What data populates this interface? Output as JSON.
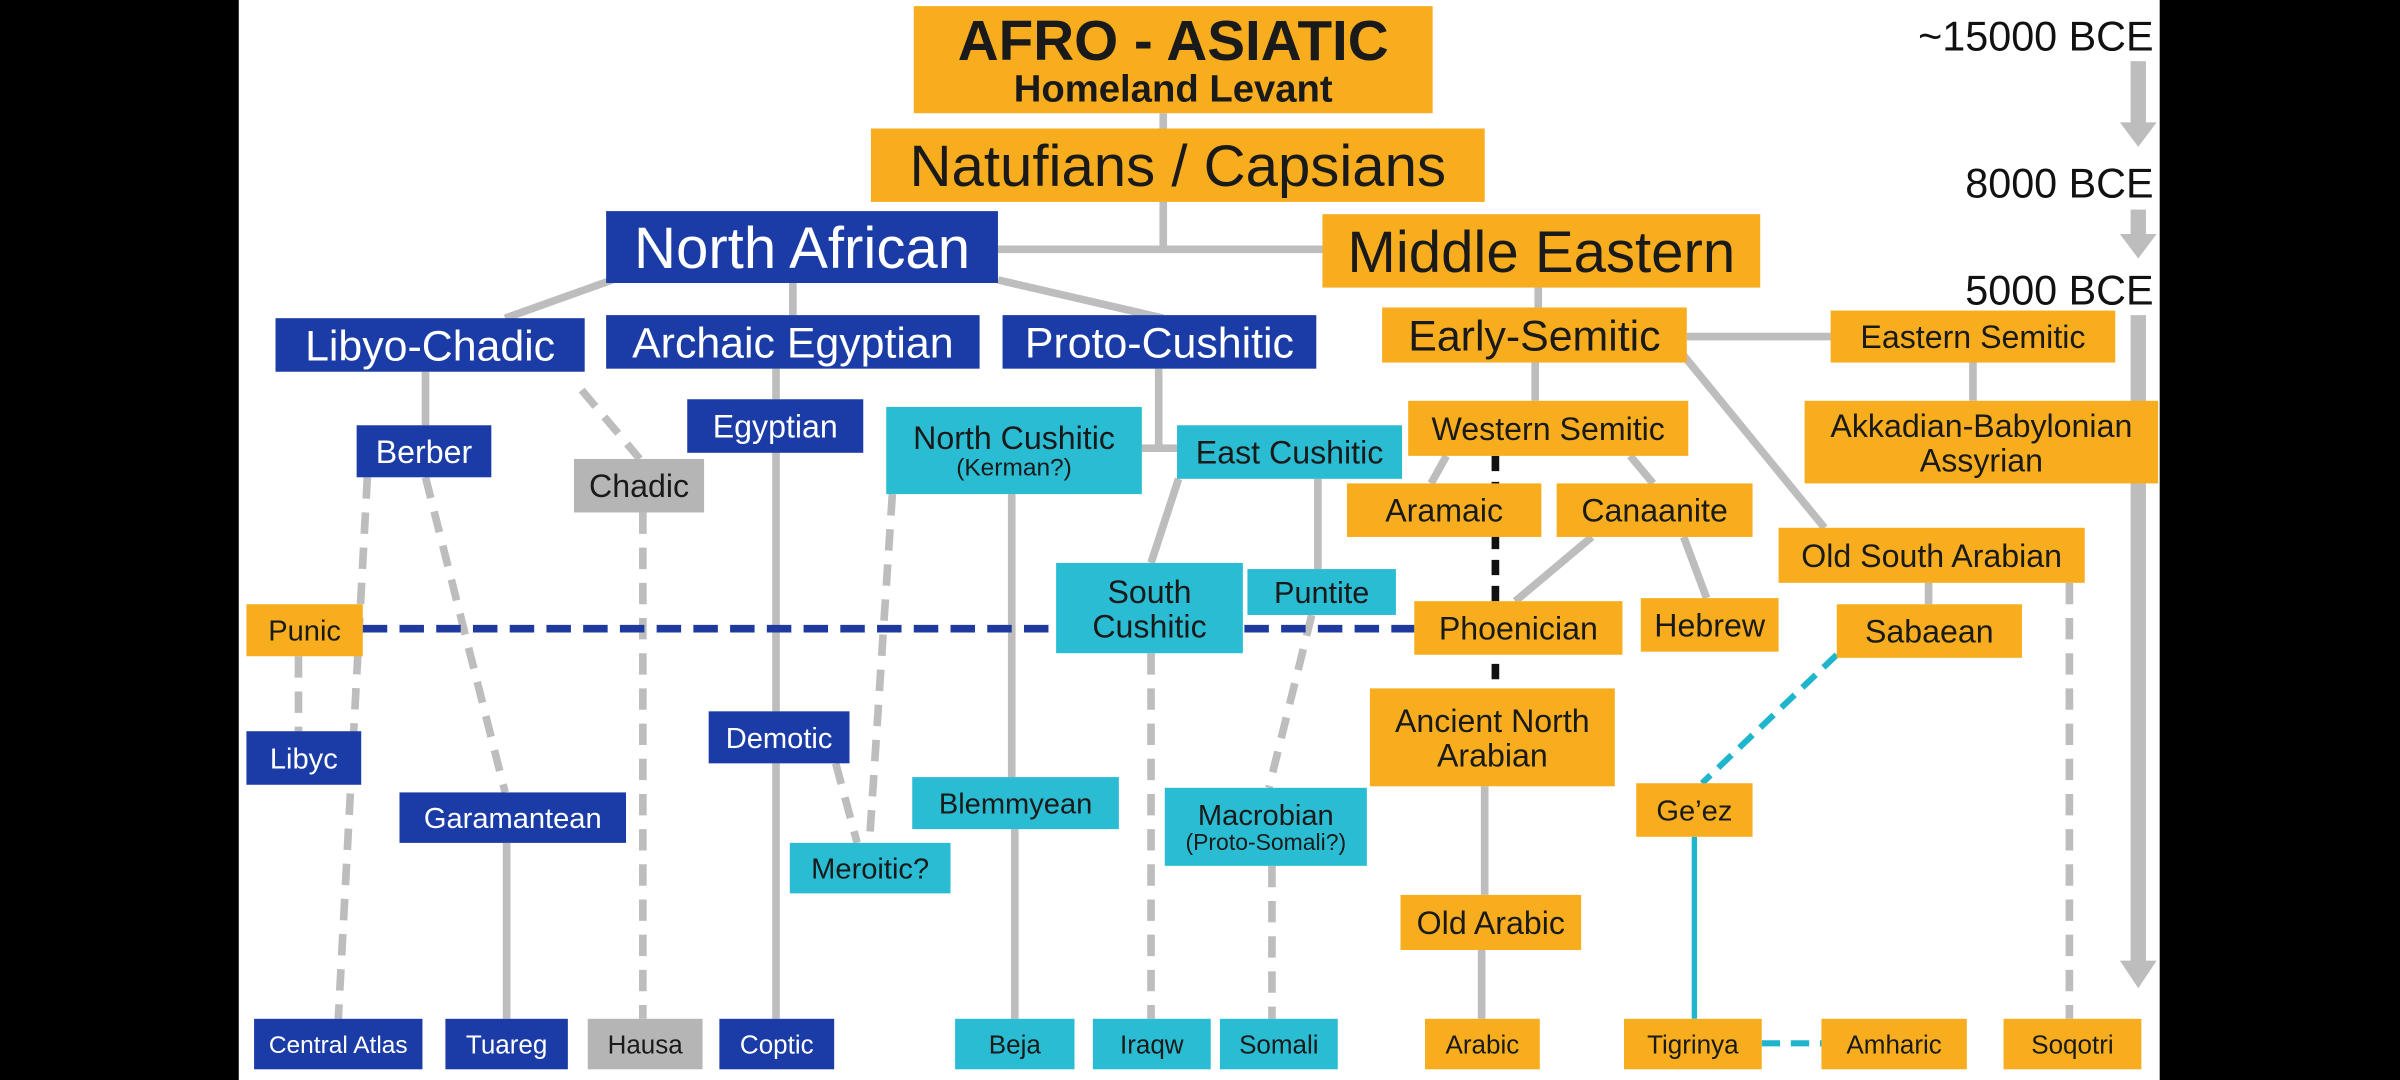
{
  "colors": {
    "orange": "#F7AD1D",
    "blue": "#1B3CA6",
    "cyan": "#29BCD2",
    "gray": "#B5B5B5",
    "line": "#BDBDBD",
    "dash_blue": "#1E3A9E",
    "dash_cyan": "#1FB5CC"
  },
  "timeline": {
    "t1": "~15000 BCE",
    "t2": "8000 BCE",
    "t3": "5000 BCE"
  },
  "nodes": {
    "afro": {
      "line1": "AFRO - ASIATIC",
      "line2": "Homeland Levant"
    },
    "natufians": {
      "line1": "Natufians / Capsians"
    },
    "north_african": {
      "line1": "North African"
    },
    "middle_eastern": {
      "line1": "Middle Eastern"
    },
    "libyo_chadic": {
      "line1": "Libyo-Chadic"
    },
    "archaic_egyptian": {
      "line1": "Archaic Egyptian"
    },
    "proto_cushitic": {
      "line1": "Proto-Cushitic"
    },
    "early_semitic": {
      "line1": "Early-Semitic"
    },
    "eastern_semitic": {
      "line1": "Eastern Semitic"
    },
    "western_semitic": {
      "line1": "Western Semitic"
    },
    "akkadian": {
      "line1": "Akkadian-Babylonian",
      "line2": "Assyrian"
    },
    "berber": {
      "line1": "Berber"
    },
    "egyptian": {
      "line1": "Egyptian"
    },
    "chadic": {
      "line1": "Chadic"
    },
    "north_cushitic": {
      "line1": "North Cushitic",
      "line2": "(Kerman?)"
    },
    "east_cushitic": {
      "line1": "East Cushitic"
    },
    "aramaic": {
      "line1": "Aramaic"
    },
    "canaanite": {
      "line1": "Canaanite"
    },
    "old_south_arabian": {
      "line1": "Old South Arabian"
    },
    "south_cushitic": {
      "line1": "South",
      "line2": "Cushitic"
    },
    "puntite": {
      "line1": "Puntite"
    },
    "punic": {
      "line1": "Punic"
    },
    "phoenician": {
      "line1": "Phoenician"
    },
    "hebrew": {
      "line1": "Hebrew"
    },
    "sabaean": {
      "line1": "Sabaean"
    },
    "ancient_north_arabian": {
      "line1": "Ancient North",
      "line2": "Arabian"
    },
    "libyc": {
      "line1": "Libyc"
    },
    "demotic": {
      "line1": "Demotic"
    },
    "garamantean": {
      "line1": "Garamantean"
    },
    "blemmyean": {
      "line1": "Blemmyean"
    },
    "macrobian": {
      "line1": "Macrobian",
      "line2": "(Proto-Somali?)"
    },
    "geez": {
      "line1": "Ge’ez"
    },
    "meroitic": {
      "line1": "Meroitic?"
    },
    "old_arabic": {
      "line1": "Old Arabic"
    },
    "central_atlas": {
      "line1": "Central Atlas"
    },
    "tuareg": {
      "line1": "Tuareg"
    },
    "hausa": {
      "line1": "Hausa"
    },
    "coptic": {
      "line1": "Coptic"
    },
    "beja": {
      "line1": "Beja"
    },
    "iraqw": {
      "line1": "Iraqw"
    },
    "somali": {
      "line1": "Somali"
    },
    "arabic": {
      "line1": "Arabic"
    },
    "tigrinya": {
      "line1": "Tigrinya"
    },
    "amharic": {
      "line1": "Amharic"
    },
    "soqotri": {
      "line1": "Soqotri"
    }
  }
}
